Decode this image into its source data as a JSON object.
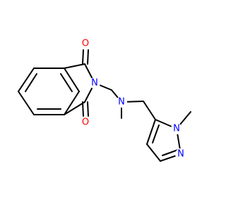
{
  "molecule": {
    "colors": {
      "carbon_bond": "#000000",
      "oxygen": "#ff0000",
      "nitrogen": "#0000ff",
      "background": "#ffffff"
    },
    "atoms": {
      "o_top": "O",
      "o_bottom": "O",
      "n_imide": "N",
      "n_amine": "N",
      "n_pyrazole_1": "N",
      "n_pyrazole_2": "N"
    }
  }
}
